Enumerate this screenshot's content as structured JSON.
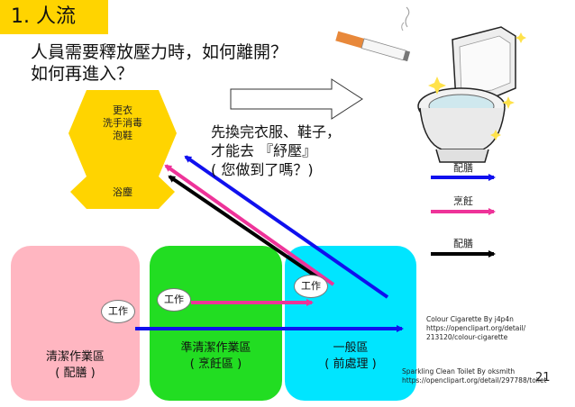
{
  "title": "1. 人流",
  "question": "人員需要釋放壓力時，如何離開？\n如何再進入？",
  "instruction": "先換完衣服、鞋子，\n才能去 『紓壓』\n( 您做到了嗎？)",
  "hexagons": {
    "top": "更衣\n洗手消毒\n泡鞋",
    "bottom": "浴塵"
  },
  "zones": {
    "clean": "清潔作業區\n( 配膳 )",
    "semi": "準清潔作業區\n( 烹飪區 )",
    "general": "一般區\n( 前處理 )"
  },
  "work_label": "工作",
  "legend": [
    {
      "label": "配膳",
      "color": "#1010ee"
    },
    {
      "label": "烹飪",
      "color": "#ee3399"
    },
    {
      "label": "配膳",
      "color": "#000000"
    }
  ],
  "credits": {
    "cigarette": "Colour Cigarette By    j4p4n\nhttps://openclipart.org/detail/\n213120/colour-cigarette",
    "toilet": "Sparkling Clean Toilet  By    oksmith\nhttps://openclipart.org/detail/297788/toilet"
  },
  "page_number": "21",
  "colors": {
    "title_bg": "#ffd400",
    "hexagon": "#ffd400",
    "zone_clean": "#ffb6c1",
    "zone_semi": "#22dd22",
    "zone_general": "#00e5ff",
    "blue": "#1010ee",
    "pink": "#ee3399",
    "black": "#000000"
  }
}
